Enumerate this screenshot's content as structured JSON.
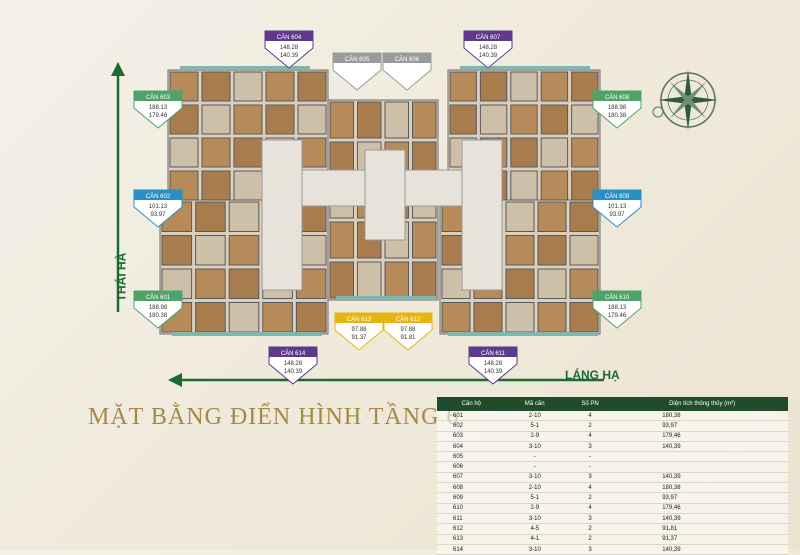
{
  "plan_title": "MẶT BẰNG ĐIỂN HÌNH TẦNG 6",
  "streets": {
    "left": "THÁI HÀ",
    "bottom": "LÁNG HẠ"
  },
  "colors": {
    "purple": "#5f3a8c",
    "gray": "#9a9a9a",
    "green": "#4fa36a",
    "blue": "#2b8ec4",
    "yellow": "#e8b412",
    "dark_green": "#1f4d2c",
    "gold": "#a48948"
  },
  "units": [
    {
      "name": "CĂN 604",
      "a": "148.28",
      "b": "140.39",
      "color": "purple"
    },
    {
      "name": "CĂN 605",
      "a": "",
      "b": "",
      "color": "gray"
    },
    {
      "name": "CĂN 606",
      "a": "",
      "b": "",
      "color": "gray"
    },
    {
      "name": "CĂN 607",
      "a": "148.28",
      "b": "140.39",
      "color": "purple"
    },
    {
      "name": "CĂN 603",
      "a": "188.13",
      "b": "179.46",
      "color": "green"
    },
    {
      "name": "CĂN 608",
      "a": "188.98",
      "b": "180.38",
      "color": "green"
    },
    {
      "name": "CĂN 602",
      "a": "101.13",
      "b": "93.97",
      "color": "blue"
    },
    {
      "name": "CĂN 609",
      "a": "101.13",
      "b": "93.97",
      "color": "blue"
    },
    {
      "name": "CĂN 601",
      "a": "188.98",
      "b": "180.38",
      "color": "green"
    },
    {
      "name": "CĂN 610",
      "a": "188.13",
      "b": "179.46",
      "color": "green"
    },
    {
      "name": "CĂN 614",
      "a": "148.28",
      "b": "140.39",
      "color": "purple"
    },
    {
      "name": "CĂN 613",
      "a": "97.88",
      "b": "91.37",
      "color": "yellow"
    },
    {
      "name": "CĂN 612",
      "a": "97.88",
      "b": "91.81",
      "color": "yellow"
    },
    {
      "name": "CĂN 611",
      "a": "148.28",
      "b": "140.39",
      "color": "purple"
    }
  ],
  "table": {
    "headers": [
      "Căn hộ",
      "Mã căn",
      "Số PN",
      "Diện tích thông thủy (m²)"
    ],
    "rows": [
      [
        "601",
        "2-10",
        "4",
        "180,38"
      ],
      [
        "602",
        "5-1",
        "2",
        "93,97"
      ],
      [
        "603",
        "2-9",
        "4",
        "179,46"
      ],
      [
        "604",
        "3-10",
        "3",
        "140,39"
      ],
      [
        "605",
        "-",
        "-",
        ""
      ],
      [
        "606",
        "-",
        "-",
        ""
      ],
      [
        "607",
        "3-10",
        "3",
        "140,39"
      ],
      [
        "608",
        "2-10",
        "4",
        "180,38"
      ],
      [
        "609",
        "5-1",
        "2",
        "93,97"
      ],
      [
        "610",
        "2-9",
        "4",
        "179,46"
      ],
      [
        "611",
        "3-10",
        "3",
        "140,39"
      ],
      [
        "612",
        "4-5",
        "2",
        "91,81"
      ],
      [
        "613",
        "4-1",
        "2",
        "91,37"
      ],
      [
        "614",
        "3-10",
        "3",
        "140,39"
      ]
    ]
  }
}
